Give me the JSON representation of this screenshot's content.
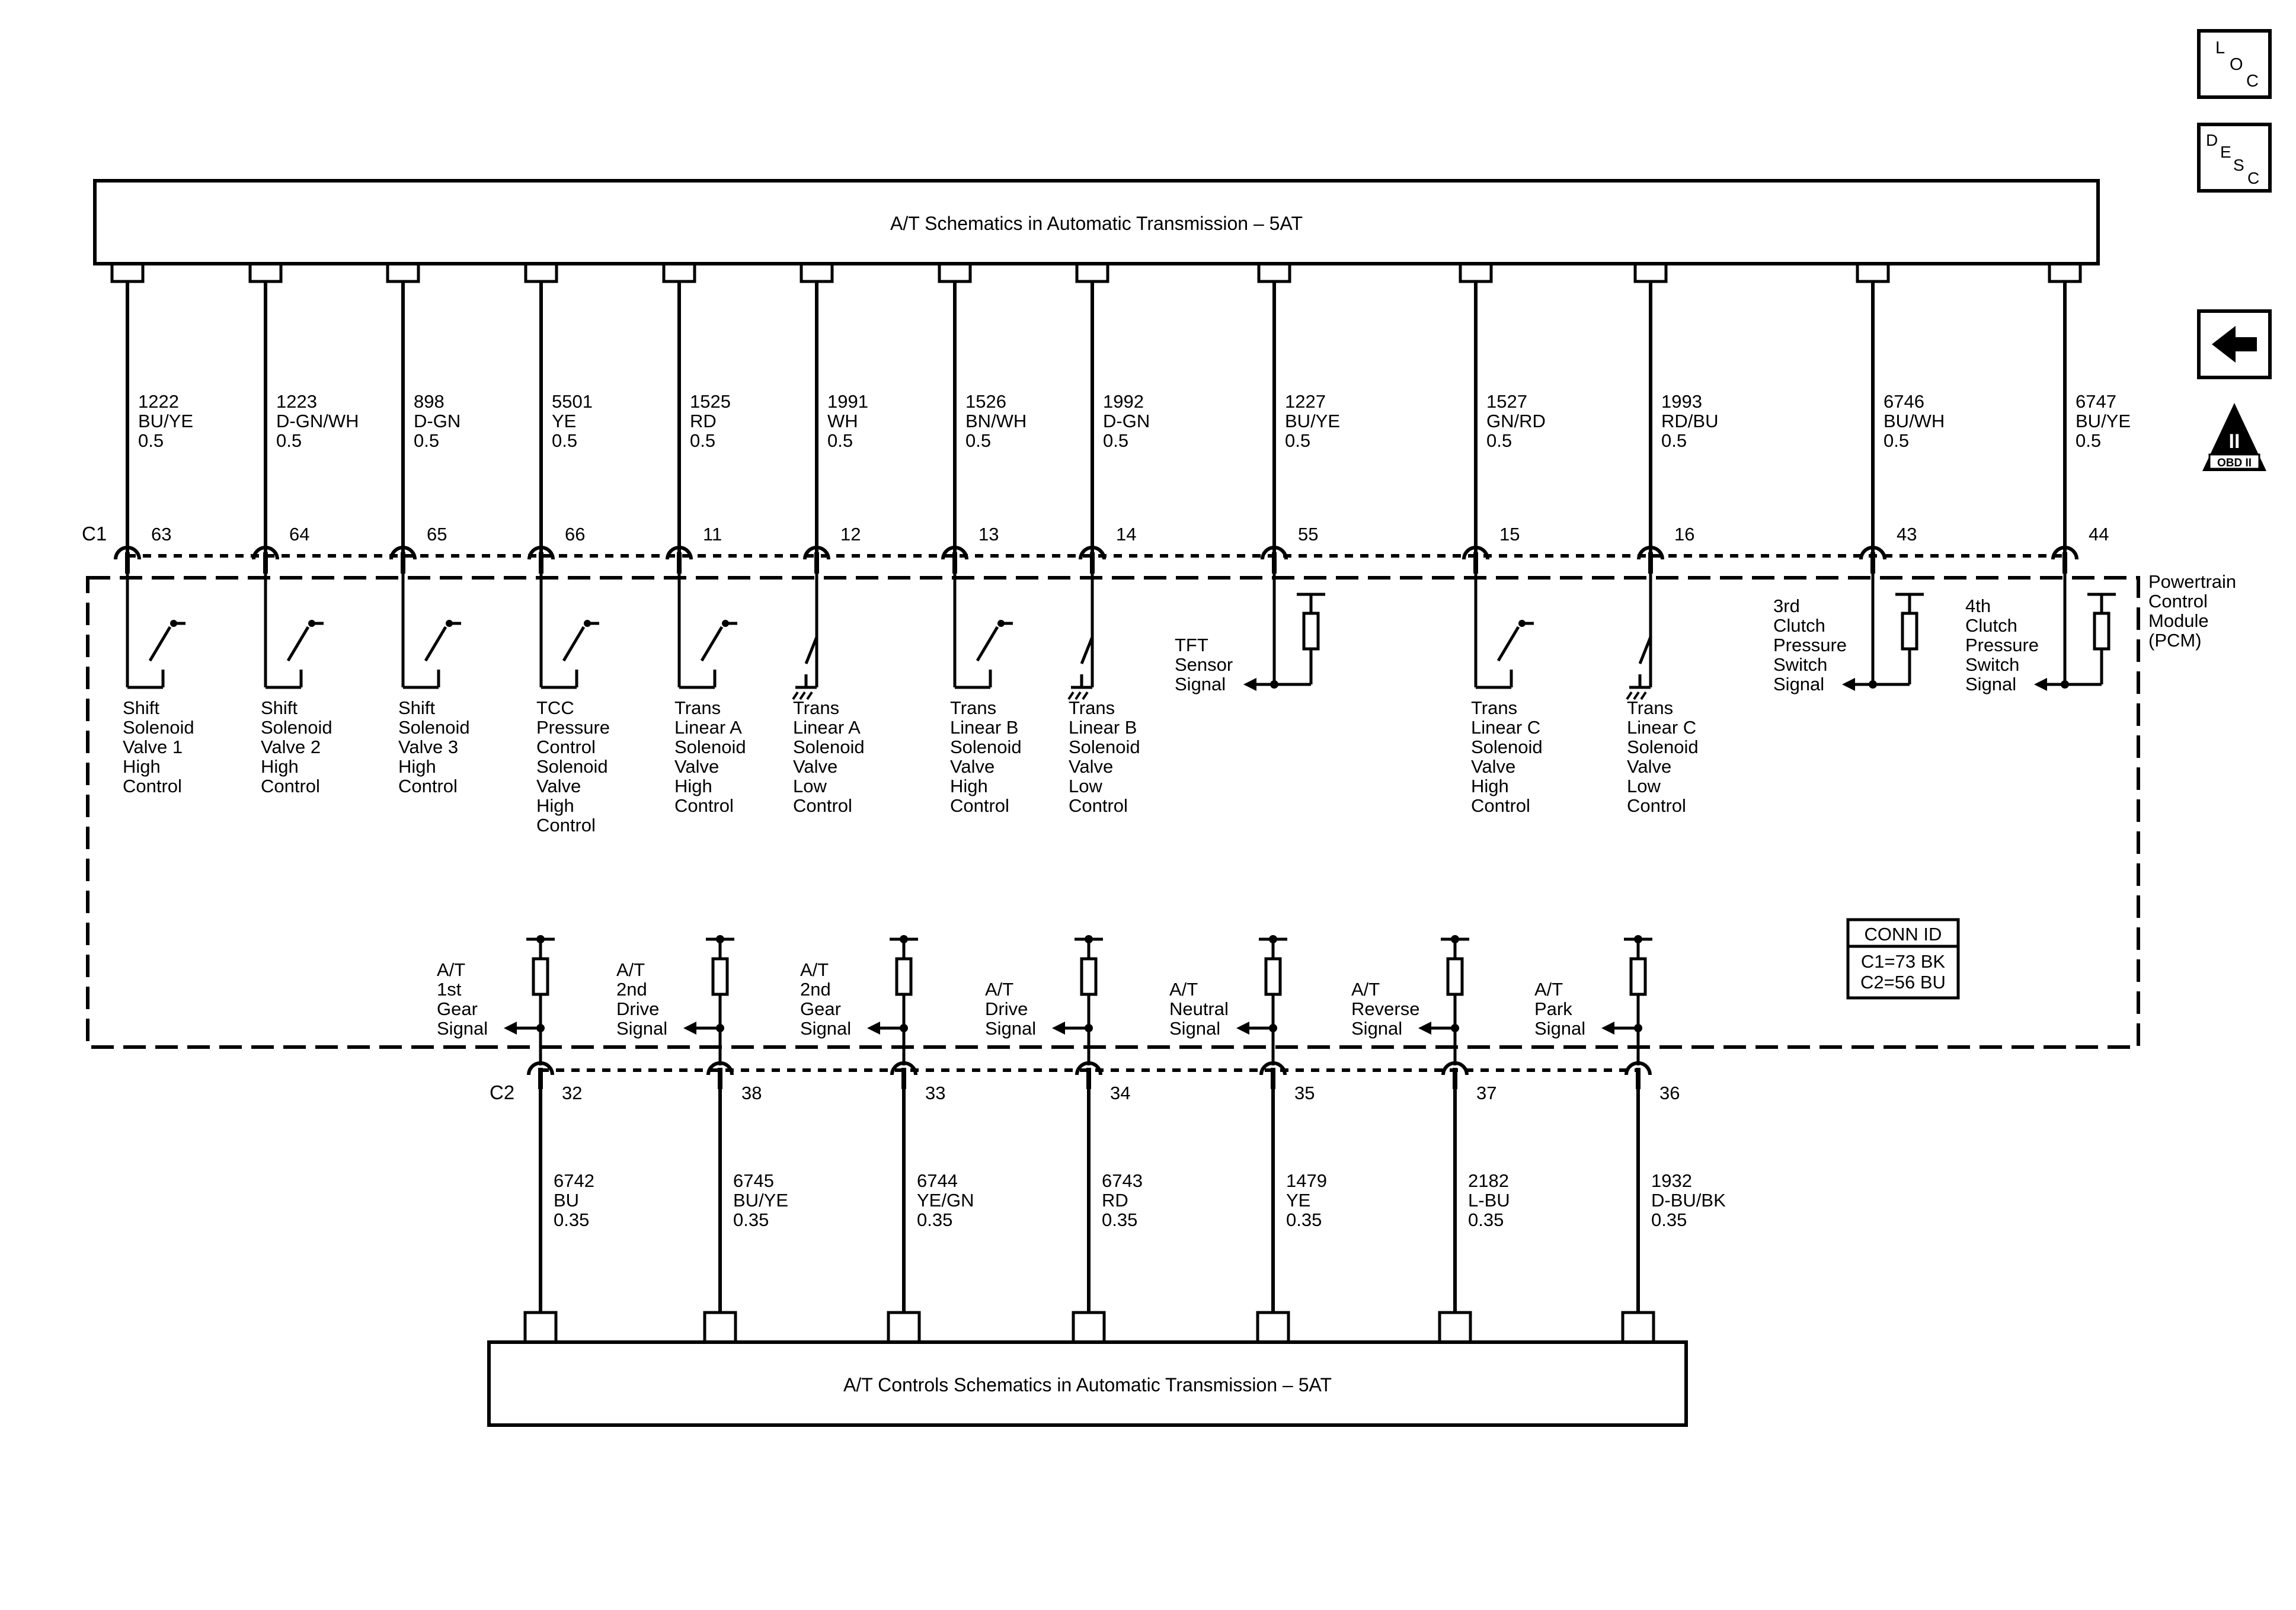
{
  "top_box_title": "A/T Schematics in Automatic Transmission – 5AT",
  "bottom_box_title": "A/T Controls Schematics in Automatic Transmission – 5AT",
  "module_label": [
    "Powertrain",
    "Control",
    "Module",
    "(PCM)"
  ],
  "connector_c1": "C1",
  "connector_c2": "C2",
  "conn_id": {
    "title": "CONN ID",
    "lines": [
      "C1=73 BK",
      "C2=56 BU"
    ]
  },
  "side_buttons": {
    "loc": "LOC",
    "desc": "DESC",
    "obd_roman": "II",
    "obd": "OBD II"
  },
  "c1_circuits": [
    {
      "pin": "63",
      "circuit": "1222",
      "color": "BU/YE",
      "size": "0.5",
      "type": "high",
      "label": [
        "Shift",
        "Solenoid",
        "Valve 1",
        "High",
        "Control"
      ]
    },
    {
      "pin": "64",
      "circuit": "1223",
      "color": "D-GN/WH",
      "size": "0.5",
      "type": "high",
      "label": [
        "Shift",
        "Solenoid",
        "Valve 2",
        "High",
        "Control"
      ]
    },
    {
      "pin": "65",
      "circuit": "898",
      "color": "D-GN",
      "size": "0.5",
      "type": "high",
      "label": [
        "Shift",
        "Solenoid",
        "Valve 3",
        "High",
        "Control"
      ]
    },
    {
      "pin": "66",
      "circuit": "5501",
      "color": "YE",
      "size": "0.5",
      "type": "high",
      "label": [
        "TCC",
        "Pressure",
        "Control",
        "Solenoid",
        "Valve",
        "High",
        "Control"
      ]
    },
    {
      "pin": "11",
      "circuit": "1525",
      "color": "RD",
      "size": "0.5",
      "type": "high",
      "label": [
        "Trans",
        "Linear A",
        "Solenoid",
        "Valve",
        "High",
        "Control"
      ]
    },
    {
      "pin": "12",
      "circuit": "1991",
      "color": "WH",
      "size": "0.5",
      "type": "low",
      "label": [
        "Trans",
        "Linear A",
        "Solenoid",
        "Valve",
        "Low",
        "Control"
      ]
    },
    {
      "pin": "13",
      "circuit": "1526",
      "color": "BN/WH",
      "size": "0.5",
      "type": "high",
      "label": [
        "Trans",
        "Linear B",
        "Solenoid",
        "Valve",
        "High",
        "Control"
      ]
    },
    {
      "pin": "14",
      "circuit": "1992",
      "color": "D-GN",
      "size": "0.5",
      "type": "low",
      "label": [
        "Trans",
        "Linear B",
        "Solenoid",
        "Valve",
        "Low",
        "Control"
      ]
    },
    {
      "pin": "55",
      "circuit": "1227",
      "color": "BU/YE",
      "size": "0.5",
      "type": "sensor",
      "label": [
        "TFT",
        "Sensor",
        "Signal"
      ]
    },
    {
      "pin": "15",
      "circuit": "1527",
      "color": "GN/RD",
      "size": "0.5",
      "type": "high",
      "label": [
        "Trans",
        "Linear C",
        "Solenoid",
        "Valve",
        "High",
        "Control"
      ]
    },
    {
      "pin": "16",
      "circuit": "1993",
      "color": "RD/BU",
      "size": "0.5",
      "type": "low",
      "label": [
        "Trans",
        "Linear C",
        "Solenoid",
        "Valve",
        "Low",
        "Control"
      ]
    },
    {
      "pin": "43",
      "circuit": "6746",
      "color": "BU/WH",
      "size": "0.5",
      "type": "sensor",
      "label": [
        "3rd",
        "Clutch",
        "Pressure",
        "Switch",
        "Signal"
      ]
    },
    {
      "pin": "44",
      "circuit": "6747",
      "color": "BU/YE",
      "size": "0.5",
      "type": "sensor",
      "label": [
        "4th",
        "Clutch",
        "Pressure",
        "Switch",
        "Signal"
      ]
    }
  ],
  "c2_circuits": [
    {
      "pin": "32",
      "circuit": "6742",
      "color": "BU",
      "size": "0.35",
      "label": [
        "A/T",
        "1st",
        "Gear",
        "Signal"
      ]
    },
    {
      "pin": "38",
      "circuit": "6745",
      "color": "BU/YE",
      "size": "0.35",
      "label": [
        "A/T",
        "2nd",
        "Drive",
        "Signal"
      ]
    },
    {
      "pin": "33",
      "circuit": "6744",
      "color": "YE/GN",
      "size": "0.35",
      "label": [
        "A/T",
        "2nd",
        "Gear",
        "Signal"
      ]
    },
    {
      "pin": "34",
      "circuit": "6743",
      "color": "RD",
      "size": "0.35",
      "label": [
        "A/T",
        "Drive",
        "Signal"
      ]
    },
    {
      "pin": "35",
      "circuit": "1479",
      "color": "YE",
      "size": "0.35",
      "label": [
        "A/T",
        "Neutral",
        "Signal"
      ]
    },
    {
      "pin": "37",
      "circuit": "2182",
      "color": "L-BU",
      "size": "0.35",
      "label": [
        "A/T",
        "Reverse",
        "Signal"
      ]
    },
    {
      "pin": "36",
      "circuit": "1932",
      "color": "D-BU/BK",
      "size": "0.35",
      "label": [
        "A/T",
        "Park",
        "Signal"
      ]
    }
  ]
}
